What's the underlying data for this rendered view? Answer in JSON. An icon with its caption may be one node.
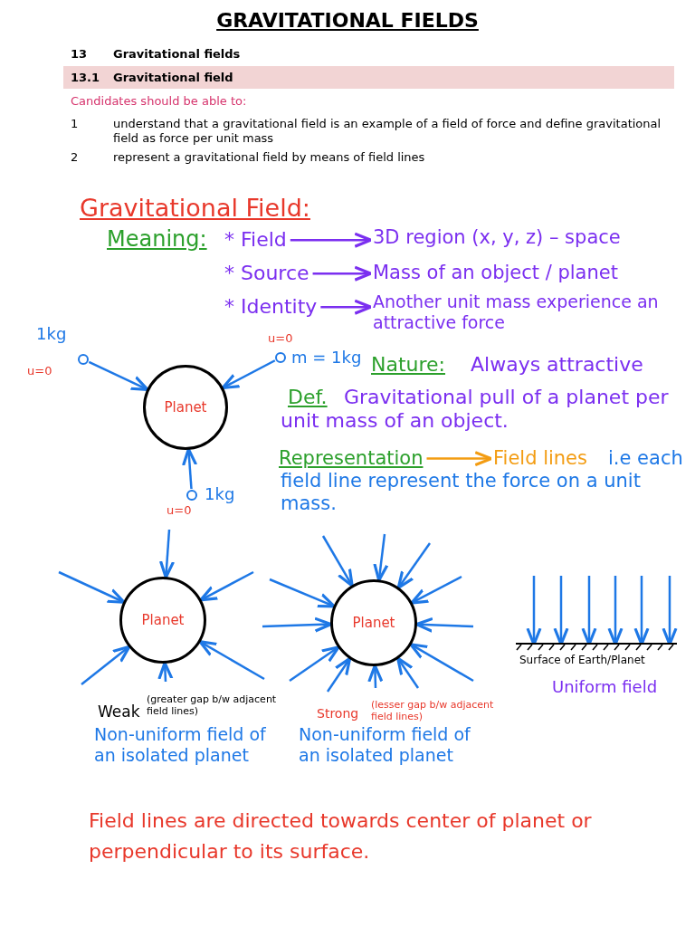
{
  "diagram": {
    "title": "GRAVITATIONAL FIELDS",
    "nodes": [
      {
        "text": [
          "* Field"
        ]
      },
      {
        "text": [
          "3D region (x, y, z) – space"
        ]
      },
      {
        "text": [
          "* Source"
        ]
      },
      {
        "text": [
          "Mass of an object / planet"
        ]
      },
      {
        "text": [
          "* Identity"
        ]
      },
      {
        "text": [
          "Another unit mass experience an attractive force"
        ]
      },
      {
        "text": [
          "Representation"
        ]
      },
      {
        "text": [
          "Field lines"
        ]
      },
      {
        "text": [],
        "shape": "circle",
        "beside": [
          "1kg",
          "u=0"
        ]
      },
      {
        "text": [],
        "shape": "circle",
        "beside": [
          "u=0",
          "m = 1kg"
        ]
      },
      {
        "text": [],
        "shape": "circle",
        "beside": [
          "1kg",
          "u=0"
        ]
      },
      {
        "text": [
          "Planet"
        ]
      },
      {
        "text": [
          "Planet"
        ]
      },
      {
        "text": [
          "Planet"
        ]
      },
      {
        "text": [],
        "shape": "bar",
        "beside": [
          "Surface of Earth/Planet"
        ]
      }
    ],
    "edges": [
      {
        "from": 0,
        "to": 1,
        "arrow": "to",
        "color": "#7b2ff0"
      },
      {
        "from": 2,
        "to": 3,
        "arrow": "to",
        "color": "#7b2ff0"
      },
      {
        "from": 4,
        "to": 5,
        "arrow": "to",
        "color": "#7b2ff0"
      },
      {
        "from": 6,
        "to": 7,
        "arrow": "to",
        "color": "#f39c12"
      },
      {
        "from": 8,
        "to": 11,
        "arrow": "to"
      },
      {
        "from": 9,
        "to": 11,
        "arrow": "to"
      },
      {
        "from": 10,
        "to": 11,
        "arrow": "to"
      },
      {
        "from": null,
        "to": 12,
        "arrow": "to"
      },
      {
        "from": null,
        "to": 12,
        "arrow": "to"
      },
      {
        "from": null,
        "to": 12,
        "arrow": "to"
      },
      {
        "from": null,
        "to": 12,
        "arrow": "to"
      },
      {
        "from": null,
        "to": 12,
        "arrow": "to"
      },
      {
        "from": null,
        "to": 12,
        "arrow": "to"
      },
      {
        "from": null,
        "to": 13,
        "arrow": "to"
      },
      {
        "from": null,
        "to": 13,
        "arrow": "to"
      },
      {
        "from": null,
        "to": 13,
        "arrow": "to"
      },
      {
        "from": null,
        "to": 13,
        "arrow": "to"
      },
      {
        "from": null,
        "to": 13,
        "arrow": "to"
      },
      {
        "from": null,
        "to": 13,
        "arrow": "to"
      },
      {
        "from": null,
        "to": 13,
        "arrow": "to"
      },
      {
        "from": null,
        "to": 13,
        "arrow": "to"
      },
      {
        "from": null,
        "to": 13,
        "arrow": "to"
      },
      {
        "from": null,
        "to": 13,
        "arrow": "to"
      },
      {
        "from": null,
        "to": 13,
        "arrow": "to"
      },
      {
        "from": null,
        "to": 13,
        "arrow": "to"
      },
      {
        "from": null,
        "to": 14,
        "arrow": "to"
      },
      {
        "from": null,
        "to": 14,
        "arrow": "to"
      },
      {
        "from": null,
        "to": 14,
        "arrow": "to"
      },
      {
        "from": null,
        "to": 14,
        "arrow": "to"
      },
      {
        "from": null,
        "to": 14,
        "arrow": "to"
      },
      {
        "from": null,
        "to": 14,
        "arrow": "to"
      }
    ],
    "labels": [
      "13",
      "Gravitational fields",
      "13.1",
      "Gravitational field",
      "Candidates should be able to:",
      "1",
      "understand that a gravitational field is an example of a field of force and define gravitational field as force per unit mass",
      "2",
      "represent a gravitational field by means of field lines",
      "Gravitational Field:",
      "Meaning:",
      "Nature:",
      "Always attractive",
      "Def.",
      "Gravitational pull of a planet per unit mass of an object.",
      "i.e each field line represent the force on a unit mass.",
      "Weak",
      "(greater gap b/w adjacent field lines)",
      "Non-uniform field of an isolated planet",
      "Strong",
      "(lesser gap b/w adjacent field lines)",
      "Non-uniform field of an isolated planet",
      "Uniform field",
      "Field lines are directed towards center of planet or perpendicular to its surface."
    ]
  }
}
